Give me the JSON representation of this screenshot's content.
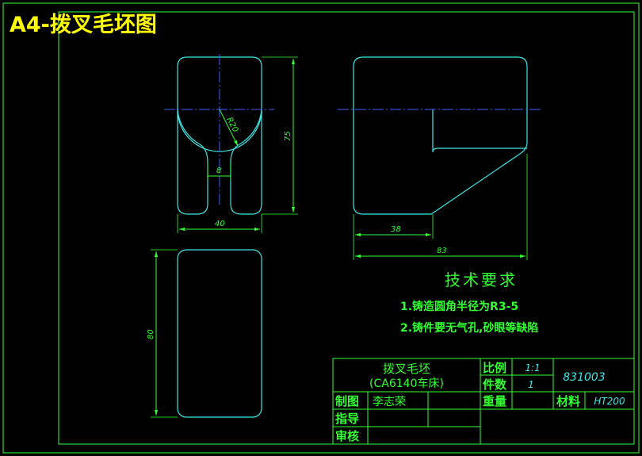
{
  "sheet": {
    "title": "A4-拨叉毛坯图"
  },
  "colors": {
    "background": "#000000",
    "frame": "#33ff33",
    "part_outline": "#3fe6e6",
    "center_line": "#3f5fff",
    "dimension": "#33ff33",
    "title_text": "#ffff00",
    "note_text": "#33ff33",
    "table_value": "#3fe6e6"
  },
  "front_view": {
    "radius_label": "R20",
    "neck_width_label": "8",
    "height_label": "75",
    "width_label": "40"
  },
  "side_view": {
    "inner_width_label": "38",
    "total_width_label": "83"
  },
  "bottom_view": {
    "height_label": "80"
  },
  "technical_requirements": {
    "heading": "技术要求",
    "items": [
      "1.铸造圆角半径为R3-5",
      "2.铸件要无气孔,砂眼等缺陷"
    ]
  },
  "title_block": {
    "part_name": "拨叉毛坯",
    "machine": "(CA6140车床)",
    "scale_label": "比例",
    "scale_value": "1:1",
    "quantity_label": "件数",
    "quantity_value": "1",
    "drawing_number": "831003",
    "drawn_label": "制图",
    "drawn_by": "李志荣",
    "weight_label": "重量",
    "material_label": "材料",
    "material_value": "HT200",
    "guide_label": "指导",
    "check_label": "审核"
  }
}
